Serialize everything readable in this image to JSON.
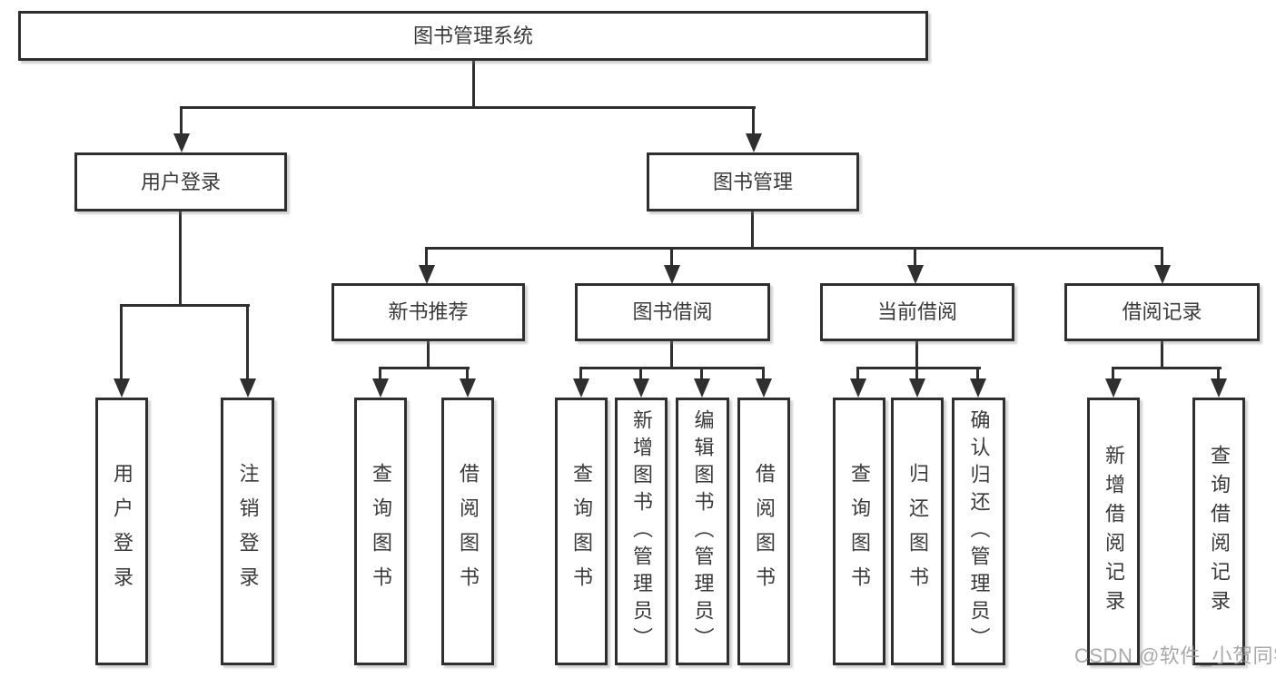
{
  "watermark": "CSDN @软件_小贺同学",
  "colors": {
    "line": "#2f2f2f",
    "text": "#3a3a3a",
    "background": "#ffffff",
    "watermark": "#9b9b9b"
  },
  "tree": {
    "label": "图书管理系统",
    "children": [
      {
        "label": "用户登录",
        "children": [
          {
            "label": "用户登录"
          },
          {
            "label": "注销登录"
          }
        ]
      },
      {
        "label": "图书管理",
        "children": [
          {
            "label": "新书推荐",
            "children": [
              {
                "label": "查询图书"
              },
              {
                "label": "借阅图书"
              }
            ]
          },
          {
            "label": "图书借阅",
            "children": [
              {
                "label": "查询图书"
              },
              {
                "label": "新增图书（管理员）"
              },
              {
                "label": "编辑图书（管理员）"
              },
              {
                "label": "借阅图书"
              }
            ]
          },
          {
            "label": "当前借阅",
            "children": [
              {
                "label": "查询图书"
              },
              {
                "label": "归还图书"
              },
              {
                "label": "确认归还（管理员）"
              }
            ]
          },
          {
            "label": "借阅记录",
            "children": [
              {
                "label": "新增借阅记录"
              },
              {
                "label": "查询借阅记录"
              }
            ]
          }
        ]
      }
    ]
  }
}
